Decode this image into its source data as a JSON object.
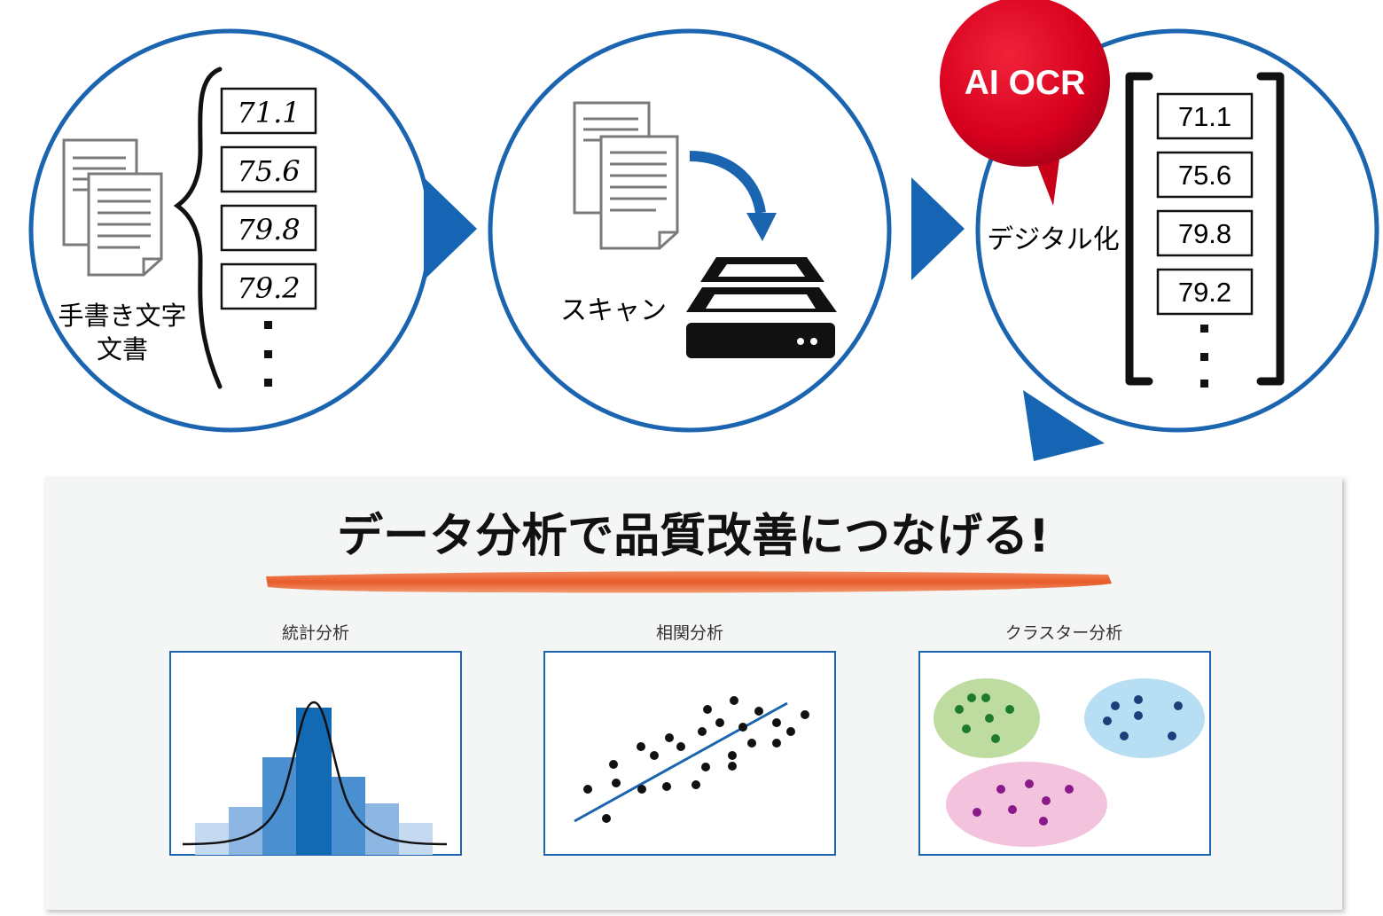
{
  "stage1": {
    "label_line1": "手書き文字",
    "label_line2": "文書",
    "handwritten_values": [
      "71.1",
      "75.6",
      "79.8",
      "79.2"
    ]
  },
  "stage2": {
    "label": "スキャン"
  },
  "stage3": {
    "badge": "AI OCR",
    "label": "デジタル化",
    "digital_values": [
      "71.1",
      "75.6",
      "79.8",
      "79.2"
    ]
  },
  "panel": {
    "headline": "データ分析で品質改善につなげる!",
    "charts": [
      {
        "title": "統計分析"
      },
      {
        "title": "相関分析"
      },
      {
        "title": "クラスター分析"
      }
    ]
  },
  "colors": {
    "ring": "#1a64b0",
    "arrow": "#1565b4",
    "badge_red": "#d7001d",
    "underline": "#e85a2a",
    "panel_bg": "#f4f5f5",
    "hist_dark": "#1269b4",
    "hist_mid": "#4a8fd0",
    "hist_light": "#8db6e3",
    "hist_pale": "#c5d9f1",
    "cluster_green": "#bfdca0",
    "cluster_blue": "#b8def3",
    "cluster_pink": "#f3c3de"
  }
}
